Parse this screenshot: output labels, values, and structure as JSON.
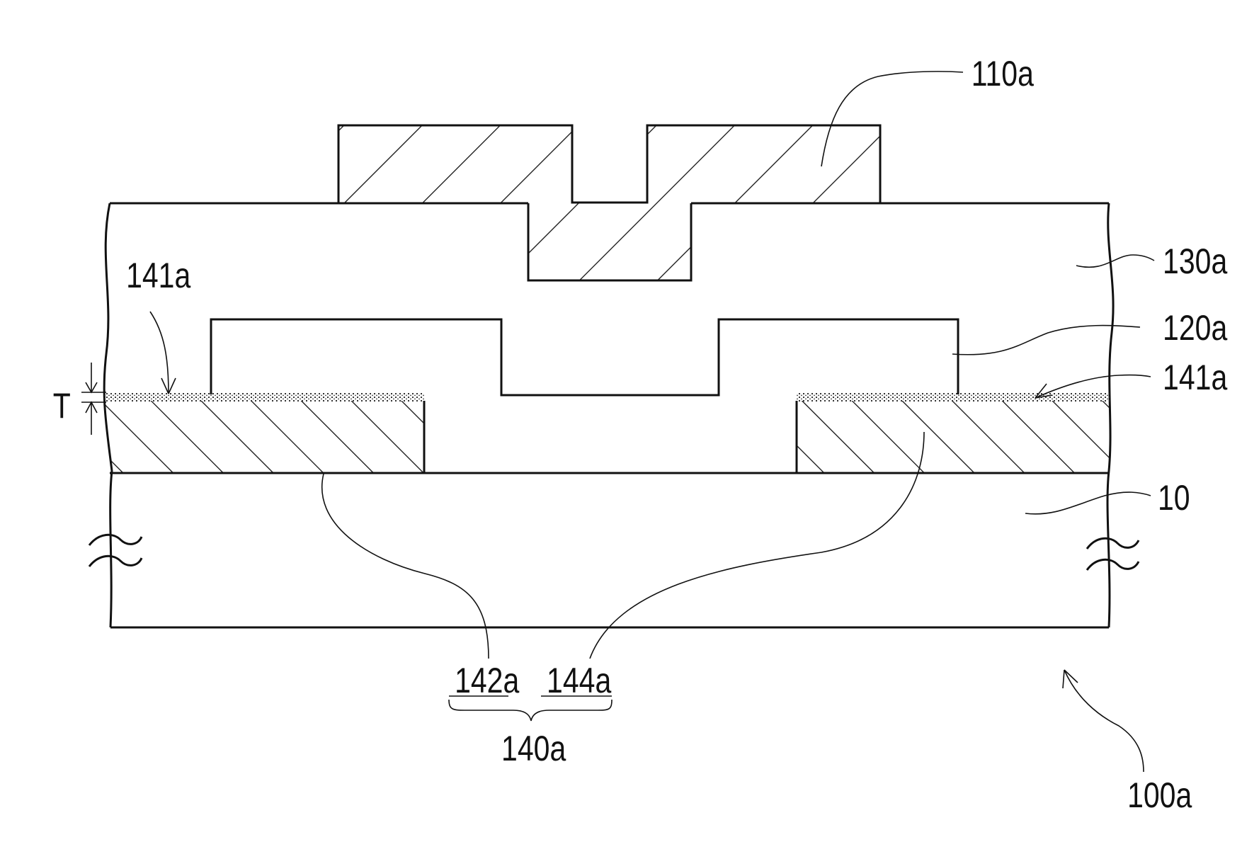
{
  "labels": {
    "gate": "110a",
    "passivation": "130a",
    "semiconductor": "120a",
    "surface_left": "141a",
    "surface_right": "141a",
    "substrate": "10",
    "thickness": "T",
    "source": "142a",
    "drain": "144a",
    "source_drain_group": "140a",
    "device": "100a"
  },
  "colors": {
    "ink": "#111111",
    "background": "#ffffff"
  }
}
